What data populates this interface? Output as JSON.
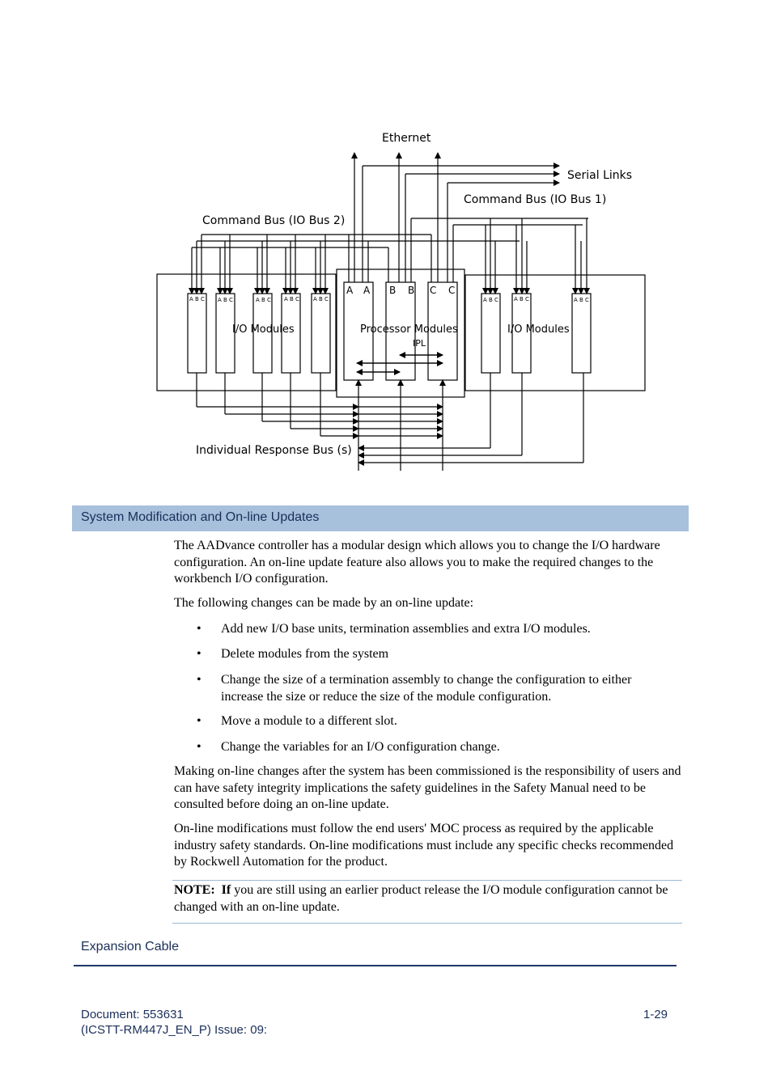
{
  "diagram": {
    "ethernet": "Ethernet",
    "serial_links": "Serial Links",
    "command_bus_1": "Command Bus (IO Bus 1)",
    "command_bus_2": "Command Bus (IO Bus 2)",
    "io_modules": "I/O Modules",
    "processor_modules": "Processor Modules",
    "ipl": "IPL",
    "response_bus": "Individual Response Bus (s)",
    "abc": "A B C",
    "proc_labels": [
      "A",
      "A",
      "B",
      "B",
      "C",
      "C"
    ]
  },
  "section": {
    "title": "System Modification and On-line Updates"
  },
  "content": {
    "p1": "The AADvance controller has a modular design which allows you to change the I/O hardware configuration. An on-line update feature also allows you to make the required changes to the workbench I/O configuration.",
    "p2": "The following changes can be made by an on-line update:",
    "bullets": [
      "Add new I/O base units, termination assemblies and extra I/O modules.",
      "Delete modules from the system",
      "Change the size of a termination assembly to change the configuration to either increase the size or reduce the size of the module configuration.",
      "Move a module to a different slot.",
      "Change the variables for an I/O configuration change."
    ],
    "bullet_symbol": "•",
    "p3": "Making on-line changes after the system has been commissioned is the responsibility of users and can have safety integrity implications the safety guidelines in the Safety Manual need to be consulted before doing an on-line update.",
    "p4": "On-line modifications must follow the end users' MOC process as required by the applicable industry safety standards. On-line modifications must include any specific checks recommended by Rockwell Automation for the product.",
    "note_label": "NOTE:",
    "note_if": "If",
    "note_text": " you are still using an earlier product release the I/O module configuration cannot be changed with an on-line update."
  },
  "subsection": {
    "title": "Expansion Cable"
  },
  "footer": {
    "document": "Document: 553631",
    "issue": "(ICSTT-RM447J_EN_P) Issue: 09:",
    "page": "1-29"
  }
}
